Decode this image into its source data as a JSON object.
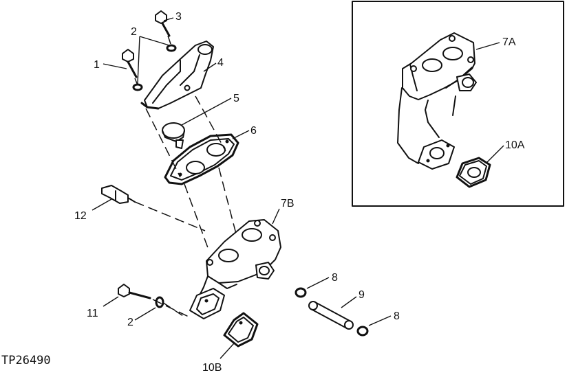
{
  "figure_id": "TP26490",
  "callouts": {
    "c1": "1",
    "c2a": "2",
    "c2b": "2",
    "c3": "3",
    "c4": "4",
    "c5": "5",
    "c6": "6",
    "c7A": "7A",
    "c7B": "7B",
    "c8a": "8",
    "c8b": "8",
    "c9": "9",
    "c10A": "10A",
    "c10B": "10B",
    "c11": "11",
    "c12": "12"
  }
}
